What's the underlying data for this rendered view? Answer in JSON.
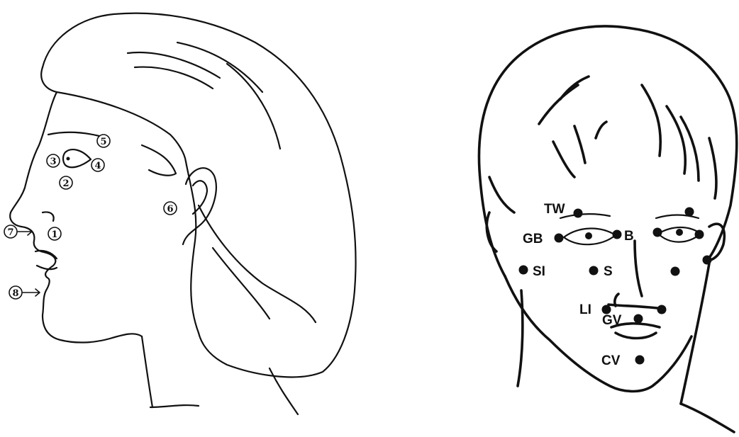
{
  "profile": {
    "points": [
      "1",
      "2",
      "3",
      "4",
      "5",
      "6",
      "7",
      "8"
    ]
  },
  "front": {
    "labels": {
      "tw": "TW",
      "gb": "GB",
      "b": "B",
      "si": "SI",
      "s": "S",
      "li": "LI",
      "gv": "GV",
      "cv": "CV"
    }
  }
}
